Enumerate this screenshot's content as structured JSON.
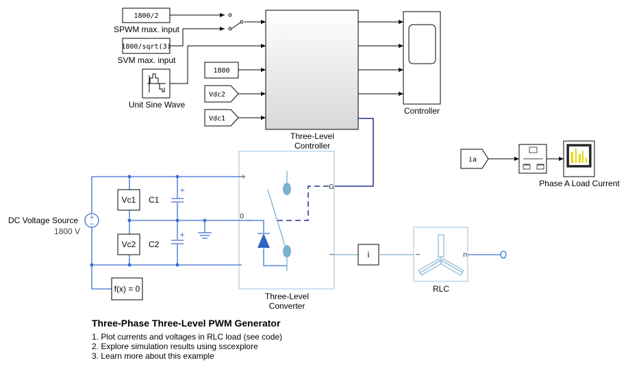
{
  "blocks": {
    "spwm_const": {
      "value": "1800/2",
      "label": "SPWM max. input"
    },
    "svm_const": {
      "value": "1800/sqrt(3)",
      "label": "SVM max. input"
    },
    "sine": {
      "label": "Unit Sine Wave"
    },
    "vdc_const": {
      "value": "1800"
    },
    "vdc2_tag": {
      "value": "Vdc2"
    },
    "vdc1_tag": {
      "value": "Vdc1"
    },
    "controller3l": {
      "label1": "Three-Level",
      "label2": "Controller"
    },
    "controller": {
      "label": "Controller"
    },
    "converter": {
      "label1": "Three-Level",
      "label2": "Converter",
      "port_plus": "+",
      "port_zero": "0",
      "port_g": "G",
      "port_ac": "~"
    },
    "dc_source": {
      "label": "DC Voltage Source",
      "value": "1800 V"
    },
    "vc1": {
      "label": "Vc1"
    },
    "vc2": {
      "label": "Vc2"
    },
    "c1": {
      "label": "C1"
    },
    "c2": {
      "label": "C2"
    },
    "solver": {
      "label": "f(x) = 0"
    },
    "current_sensor": {
      "label": "i"
    },
    "rlc": {
      "label": "RLC",
      "port_ac": "~",
      "port_n": "n"
    },
    "ia_tag": {
      "value": "ia"
    },
    "scope": {
      "label": "Phase A Load Current"
    }
  },
  "notes": {
    "title": "Three-Phase Three-Level PWM Generator",
    "items": [
      "1. Plot currents and voltages in RLC load (see code)",
      "2. Explore simulation results using sscexplore",
      "3. Learn more about this example"
    ]
  },
  "colors": {
    "physical_line": "#3a6fd0",
    "converter_line": "#7ab0d4",
    "gate_line": "#1f2f8f"
  }
}
